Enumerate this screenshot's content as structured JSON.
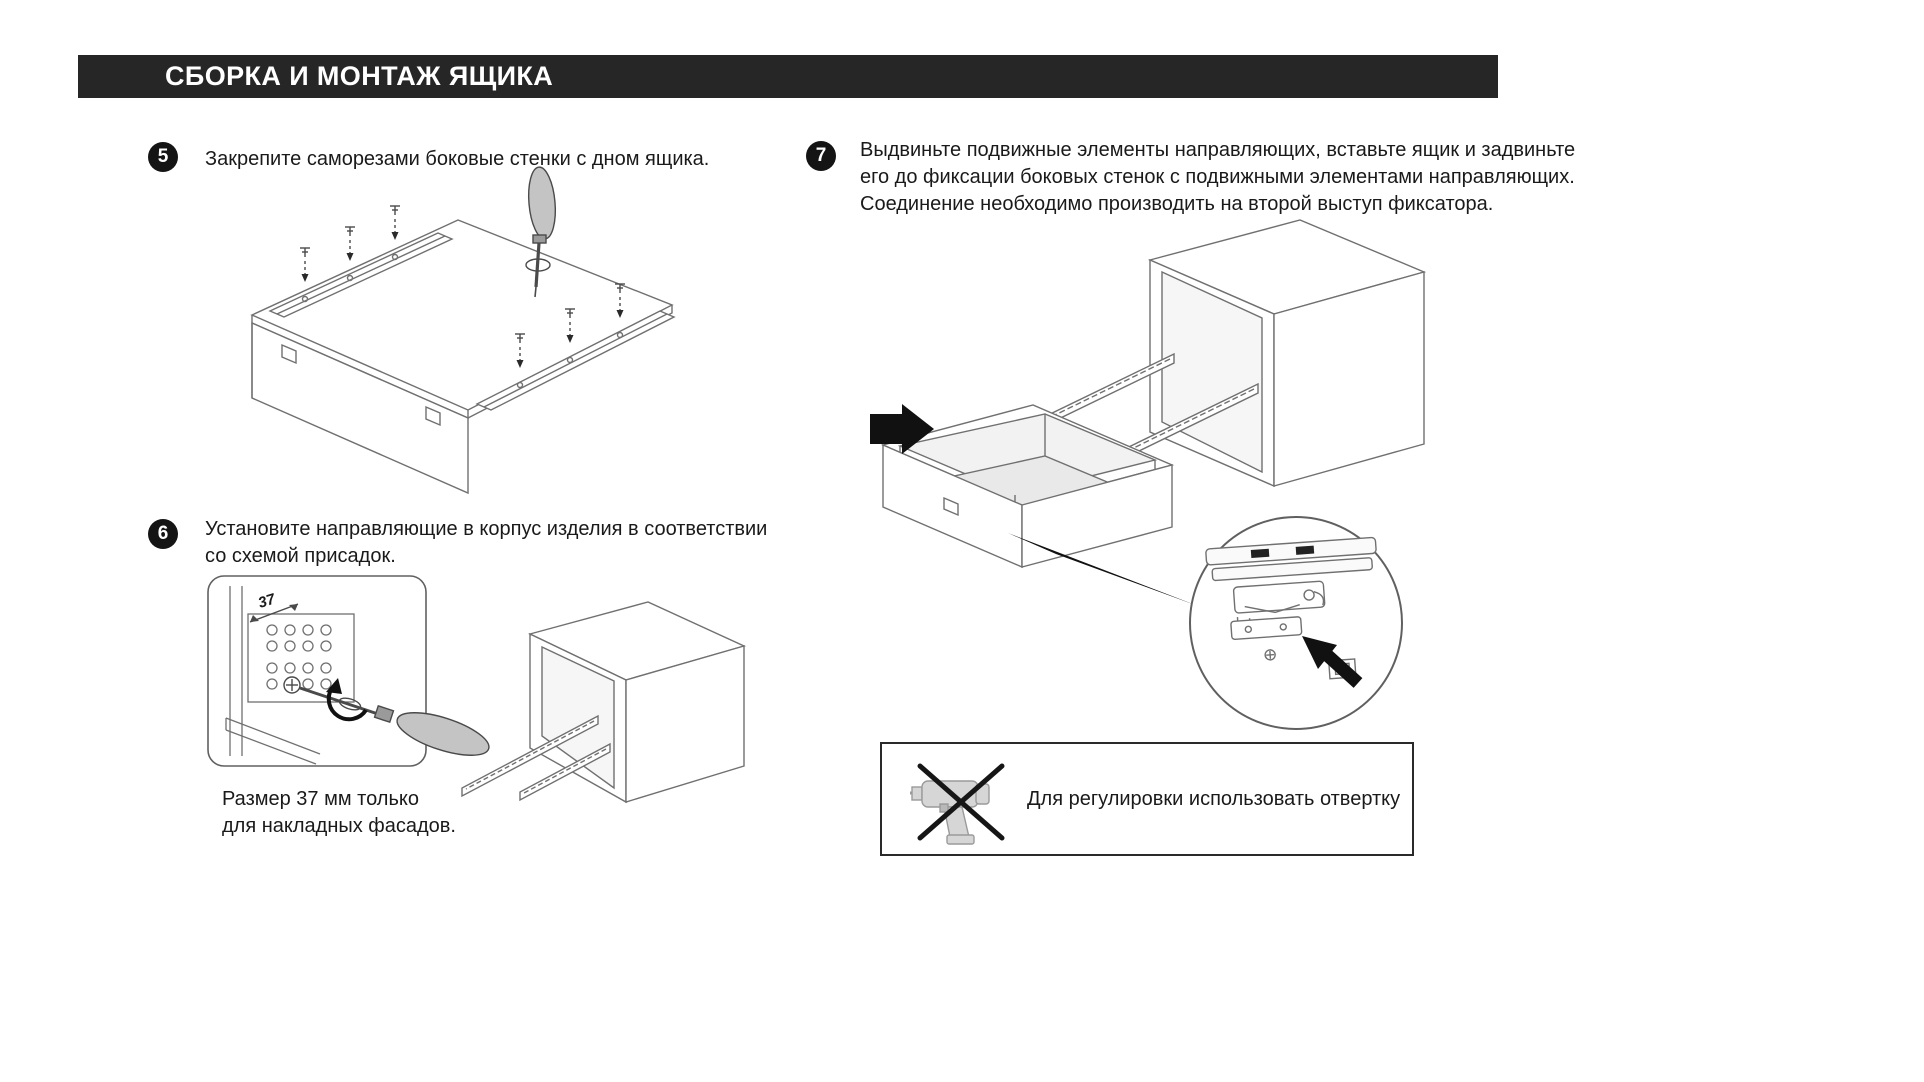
{
  "header": {
    "title": "СБОРКА И МОНТАЖ ЯЩИКА"
  },
  "steps": {
    "step5": {
      "number": "5",
      "lines": [
        "Закрепите саморезами боковые стенки с дном ящика."
      ]
    },
    "step6": {
      "number": "6",
      "lines": [
        "Установите направляющие в корпус изделия в соответствии",
        "со схемой присадок."
      ],
      "dimension_label": "37",
      "caption_lines": [
        "Размер 37 мм только",
        "для накладных фасадов."
      ]
    },
    "step7": {
      "number": "7",
      "lines": [
        "Выдвиньте подвижные элементы направляющих, вставьте ящик и задвиньте",
        "его до фиксации боковых стенок с подвижными элементами направляющих.",
        "Соединение необходимо производить на второй выступ фиксатора."
      ]
    }
  },
  "note": {
    "text": "Для регулировки использовать отвертку"
  },
  "colors": {
    "header_bg": "#262626",
    "header_text": "#ffffff",
    "body_text": "#1a1a1a",
    "line_art": "#707070",
    "accent_black": "#111111"
  }
}
